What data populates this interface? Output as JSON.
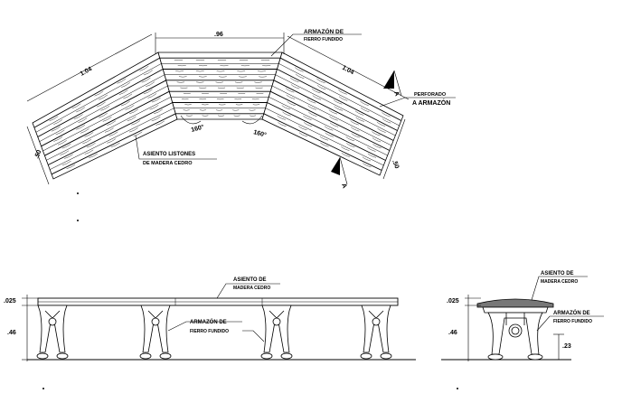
{
  "plan": {
    "dims": {
      "top": ".96",
      "left_top": "1.04",
      "right_top": "1.04",
      "left_end": ".50",
      "right_end": ".50"
    },
    "angle_left": "160°",
    "angle_right": "160°",
    "label_armazon": [
      "ARMAZÓN DE",
      "FIERRO FUNDIDO"
    ],
    "label_asiento": [
      "ASIENTO LISTONES",
      "DE MADERA CEDRO"
    ],
    "label_perforado": [
      "PERFORADO",
      "A ARMAZÓN"
    ],
    "section_mark_top": "A",
    "section_mark_bottom": "A"
  },
  "elevation": {
    "dim_top": ".025",
    "dim_height": ".46",
    "label_asiento": [
      "ASIENTO DE",
      "MADERA CEDRO"
    ],
    "label_armazon": [
      "ARMAZÓN DE",
      "FIERRO FUNDIDO"
    ]
  },
  "section": {
    "dim_top": ".025",
    "dim_height": ".46",
    "dim_leg": ".23",
    "label_asiento": [
      "ASIENTO DE",
      "MADERA CEDRO"
    ],
    "label_armazon": [
      "ARMAZÓN DE",
      "FIERRO FUNDIDO"
    ]
  }
}
